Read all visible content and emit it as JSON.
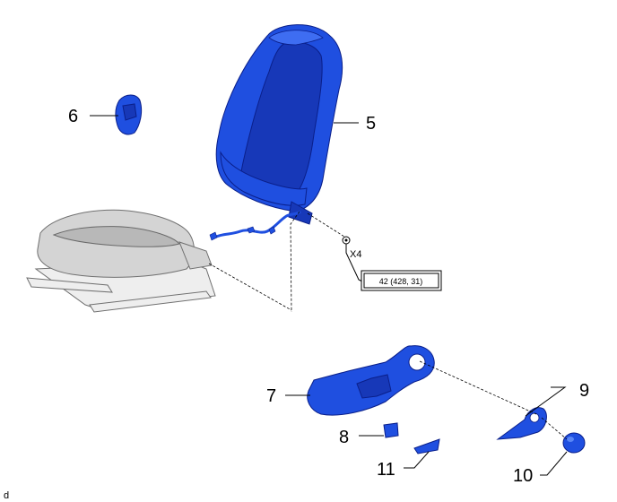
{
  "callouts": {
    "p5": "5",
    "p6": "6",
    "p7": "7",
    "p8": "8",
    "p9": "9",
    "p10": "10",
    "p11": "11"
  },
  "fastener": {
    "quantity": "X4",
    "torque": "42 (428, 31)"
  },
  "corner_mark": "d",
  "colors": {
    "part_blue": "#1f4fe0",
    "part_outline": "#0a1f8a",
    "reference_grey": "#d4d4d4"
  }
}
